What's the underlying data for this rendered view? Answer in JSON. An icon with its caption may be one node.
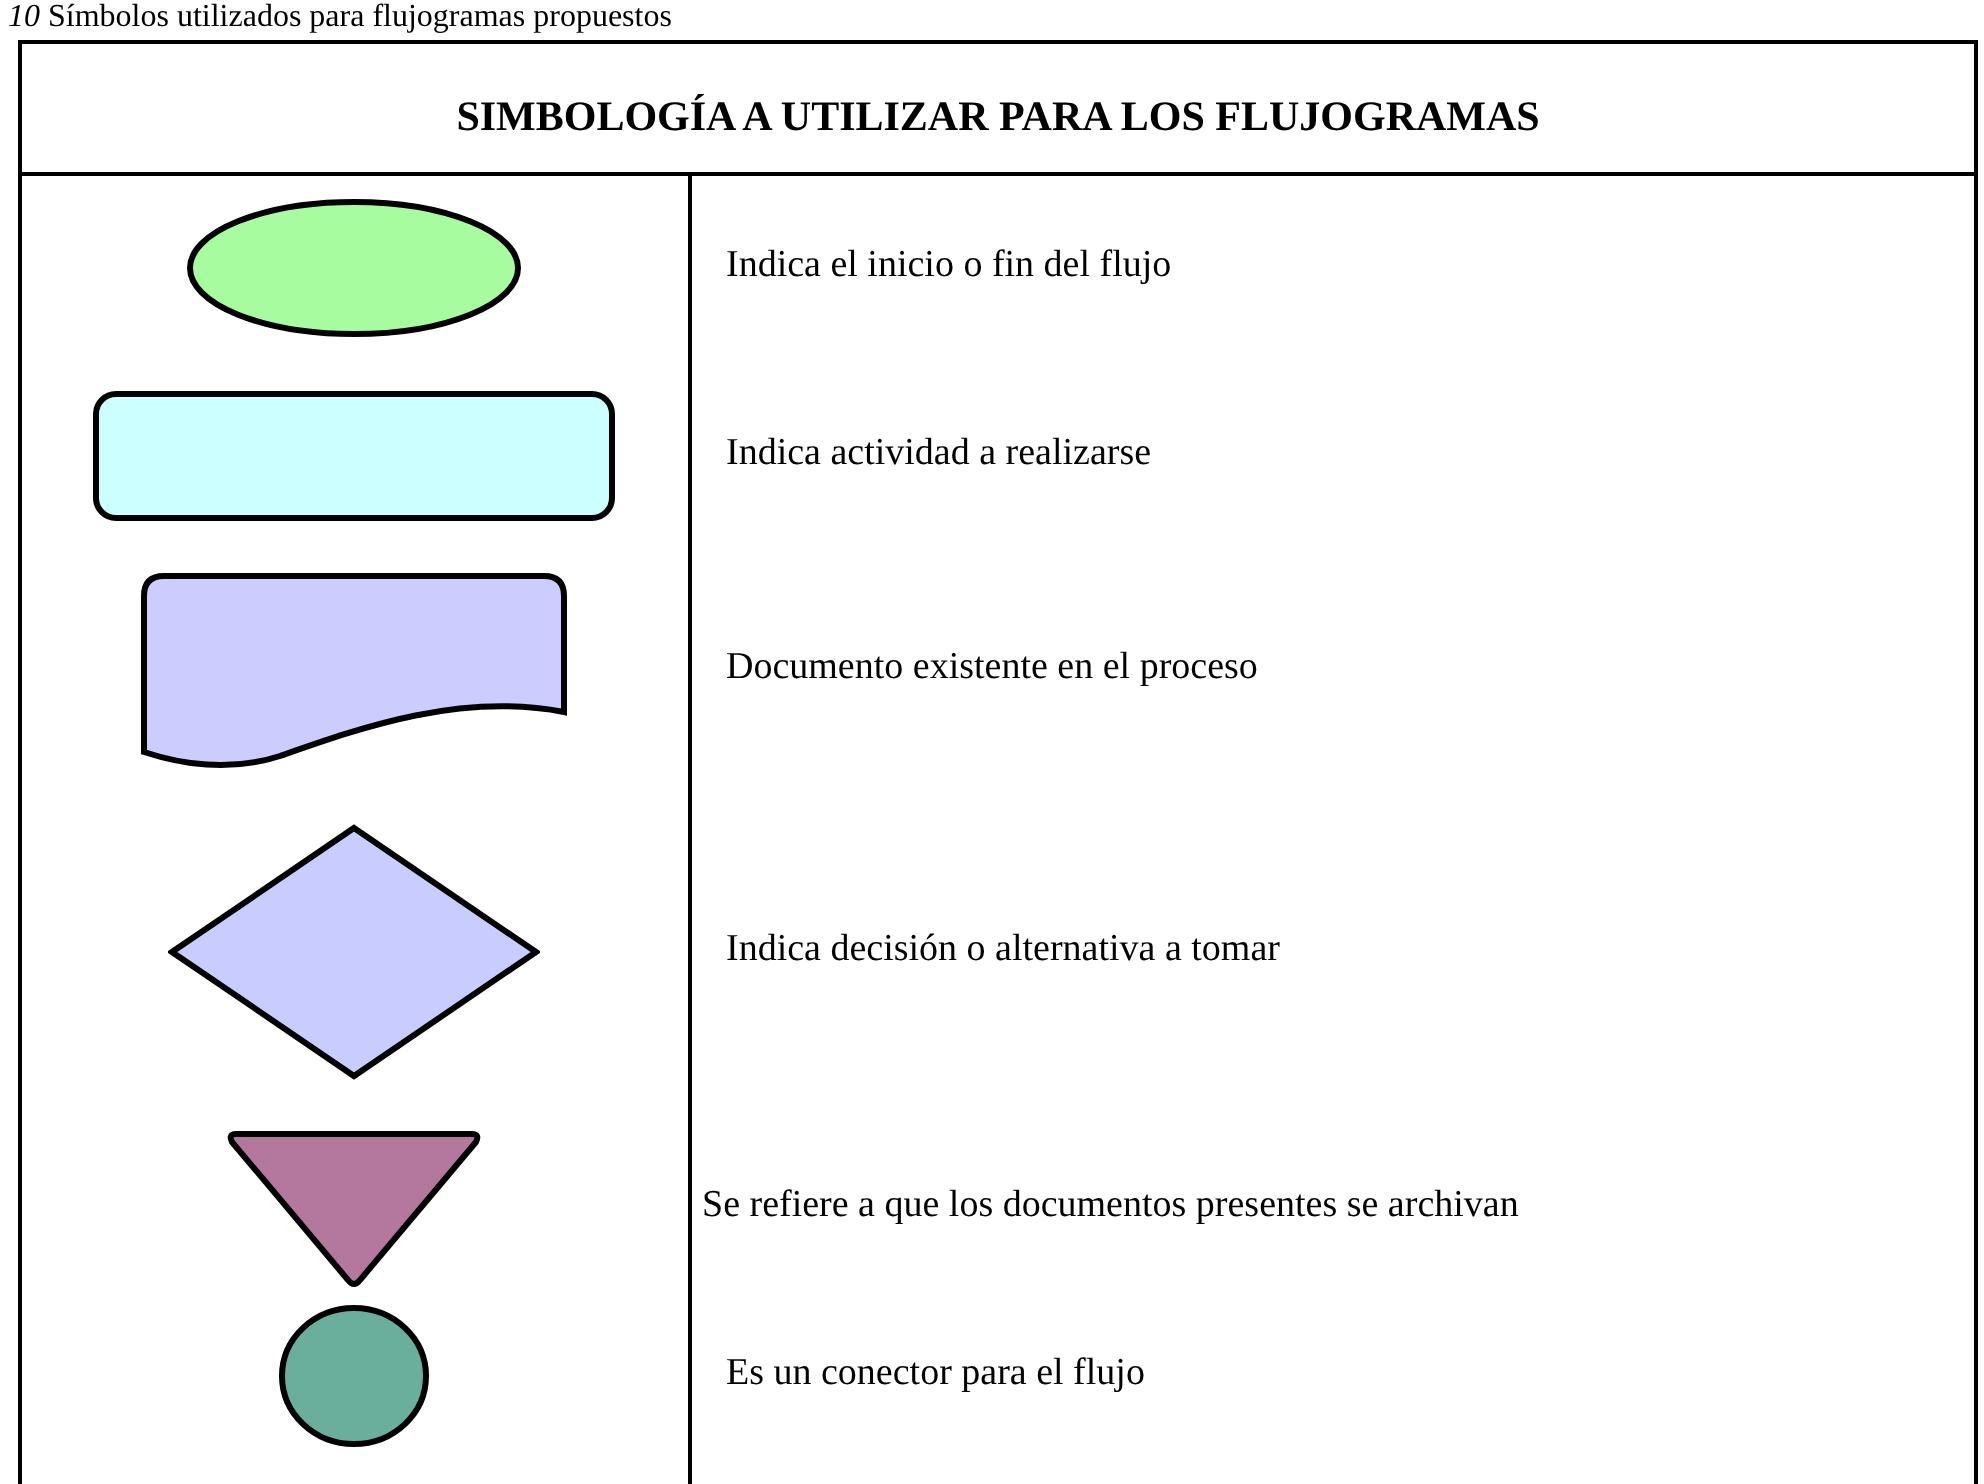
{
  "diagram": {
    "title": "SIMBOLOGÍA A UTILIZAR PARA LOS FLUJOGRAMAS",
    "caption": "*10* Símbolos utilizados para flujogramas propuestos",
    "legend": [
      {
        "text": "Indica el inicio o fin del flujo"
      },
      {
        "text": "Indica actividad a realizarse"
      },
      {
        "text": "Documento existente en el proceso"
      },
      {
        "text": "Indica decisión o alternativa a tomar"
      },
      {
        "text": "Se refiere a que los documentos presentes se archivan"
      },
      {
        "text": "Es un conector para el flujo"
      }
    ]
  }
}
